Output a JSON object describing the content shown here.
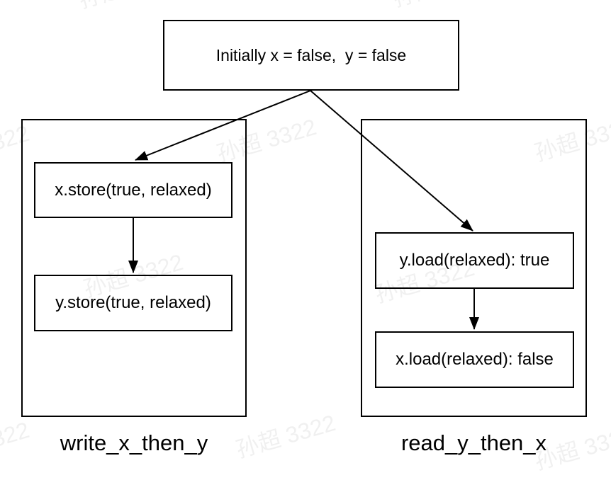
{
  "diagram": {
    "init_node": {
      "label": "Initially x = false,  y = false"
    },
    "threads": [
      {
        "name": "write_x_then_y",
        "steps": [
          "x.store(true, relaxed)",
          "y.store(true, relaxed)"
        ]
      },
      {
        "name": "read_y_then_x",
        "steps": [
          "y.load(relaxed): true",
          "x.load(relaxed): false"
        ]
      }
    ]
  },
  "watermark": {
    "text": "孙超 3322"
  },
  "colors": {
    "stroke": "#000000",
    "background": "#ffffff",
    "text": "#000000",
    "watermark": "rgba(0,0,0,0.06)"
  }
}
